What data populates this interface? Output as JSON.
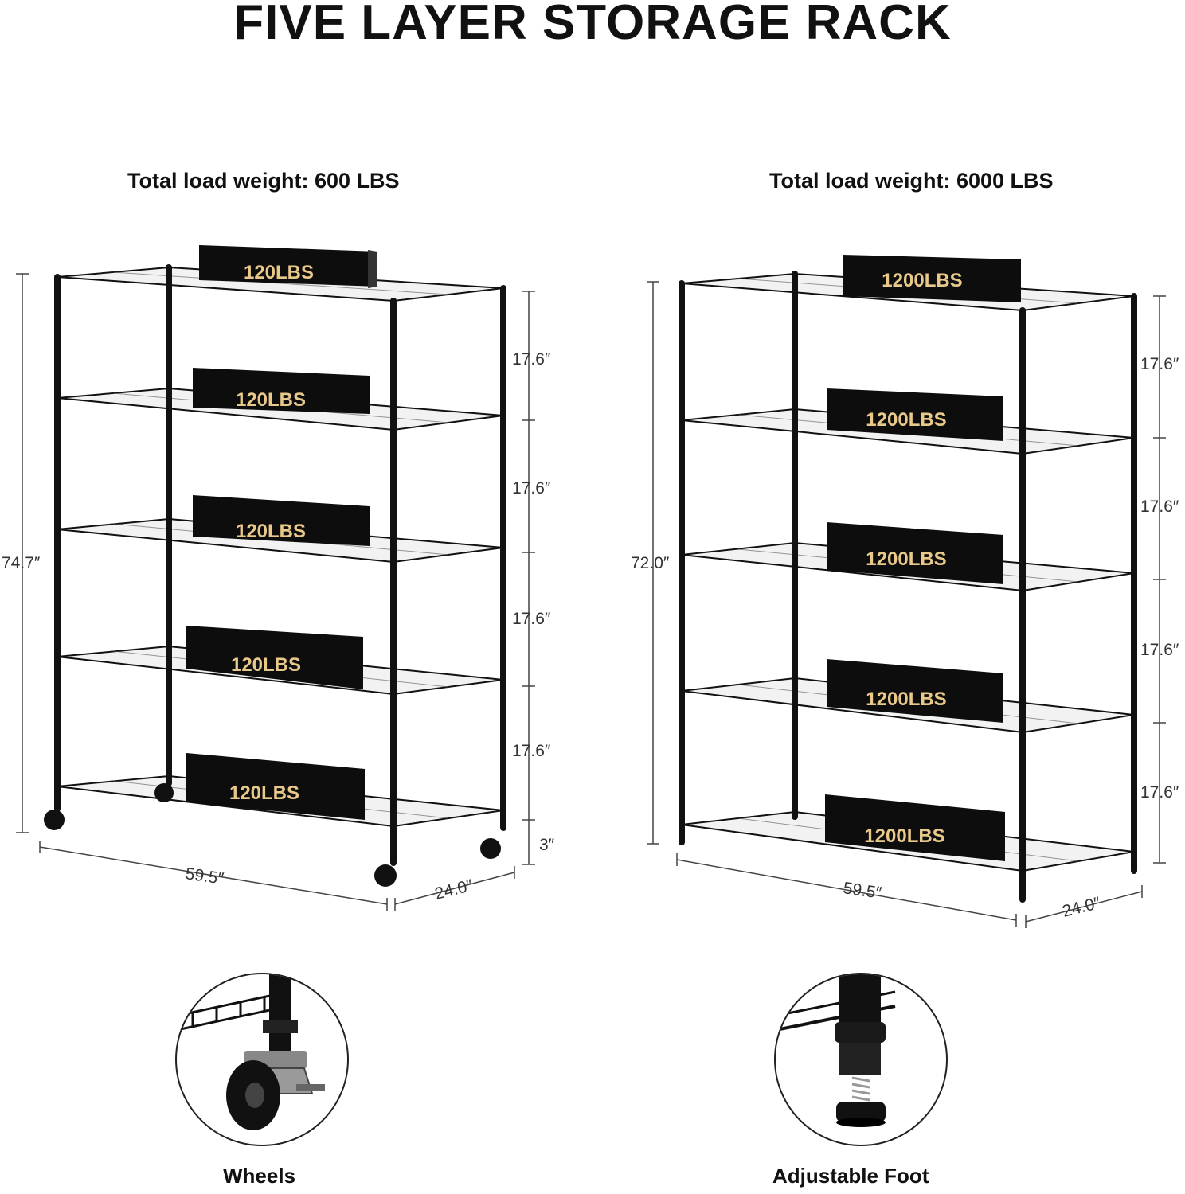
{
  "title": "FIVE LAYER STORAGE RACK",
  "racks": [
    {
      "load_label": "Total load weight: 600 LBS",
      "box_label": "120LBS",
      "height": "74.7″",
      "spacings": [
        "17.6″",
        "17.6″",
        "17.6″",
        "17.6″"
      ],
      "wheel_clearance": "3″",
      "width": "59.5″",
      "depth": "24.0″"
    },
    {
      "load_label": "Total load weight: 6000 LBS",
      "box_label": "1200LBS",
      "height": "72.0″",
      "spacings": [
        "17.6″",
        "17.6″",
        "17.6″",
        "17.6″"
      ],
      "width": "59.5″",
      "depth": "24.0″"
    }
  ],
  "details": [
    {
      "caption": "Wheels",
      "icon": "caster-wheel-icon"
    },
    {
      "caption": "Adjustable Foot",
      "icon": "adjustable-foot-icon"
    }
  ]
}
